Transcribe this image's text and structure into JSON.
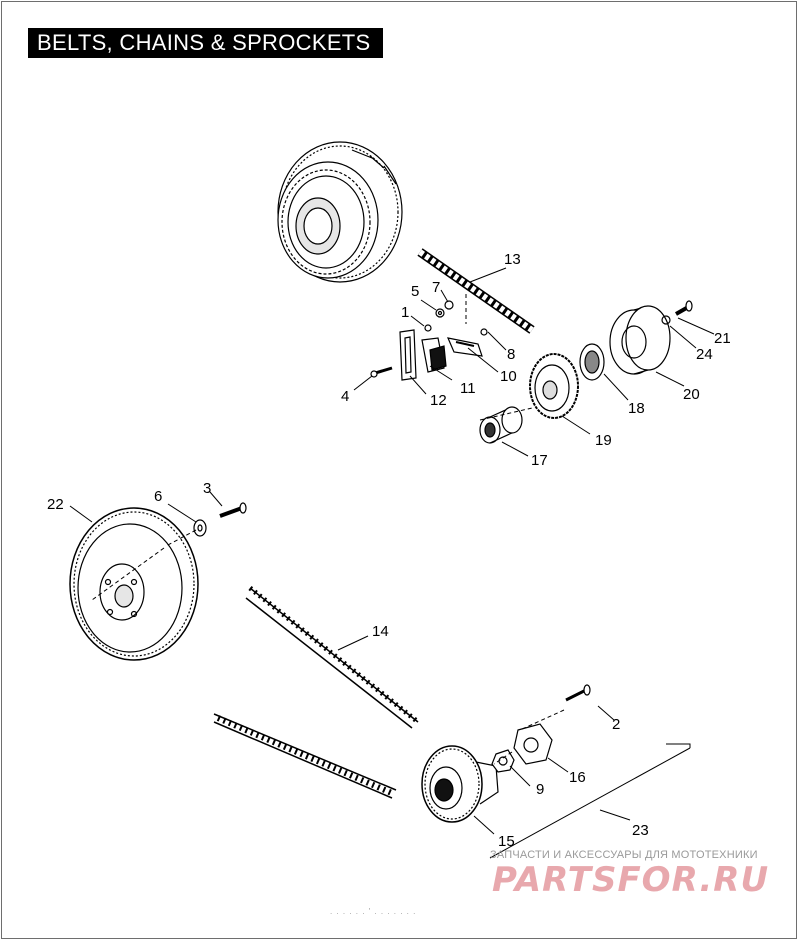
{
  "title": "BELTS, CHAINS & SPROCKETS",
  "callouts": [
    "1",
    "2",
    "3",
    "4",
    "5",
    "6",
    "7",
    "8",
    "9",
    "10",
    "11",
    "12",
    "13",
    "14",
    "15",
    "16",
    "17",
    "18",
    "19",
    "20",
    "21",
    "22",
    "23",
    "24"
  ],
  "watermark": {
    "tagline": "ЗАПЧАСТИ И АКСЕССУАРЫ ДЛЯ МОТОТЕХНИКИ",
    "logo": "PARTSFOR.RU",
    "footer": ". . . .  .  .  ' .  .  .  .  .  .  ."
  },
  "colors": {
    "ink": "#000000",
    "title_bg": "#000000",
    "title_text": "#ffffff",
    "watermark": "#e8a8ad"
  }
}
